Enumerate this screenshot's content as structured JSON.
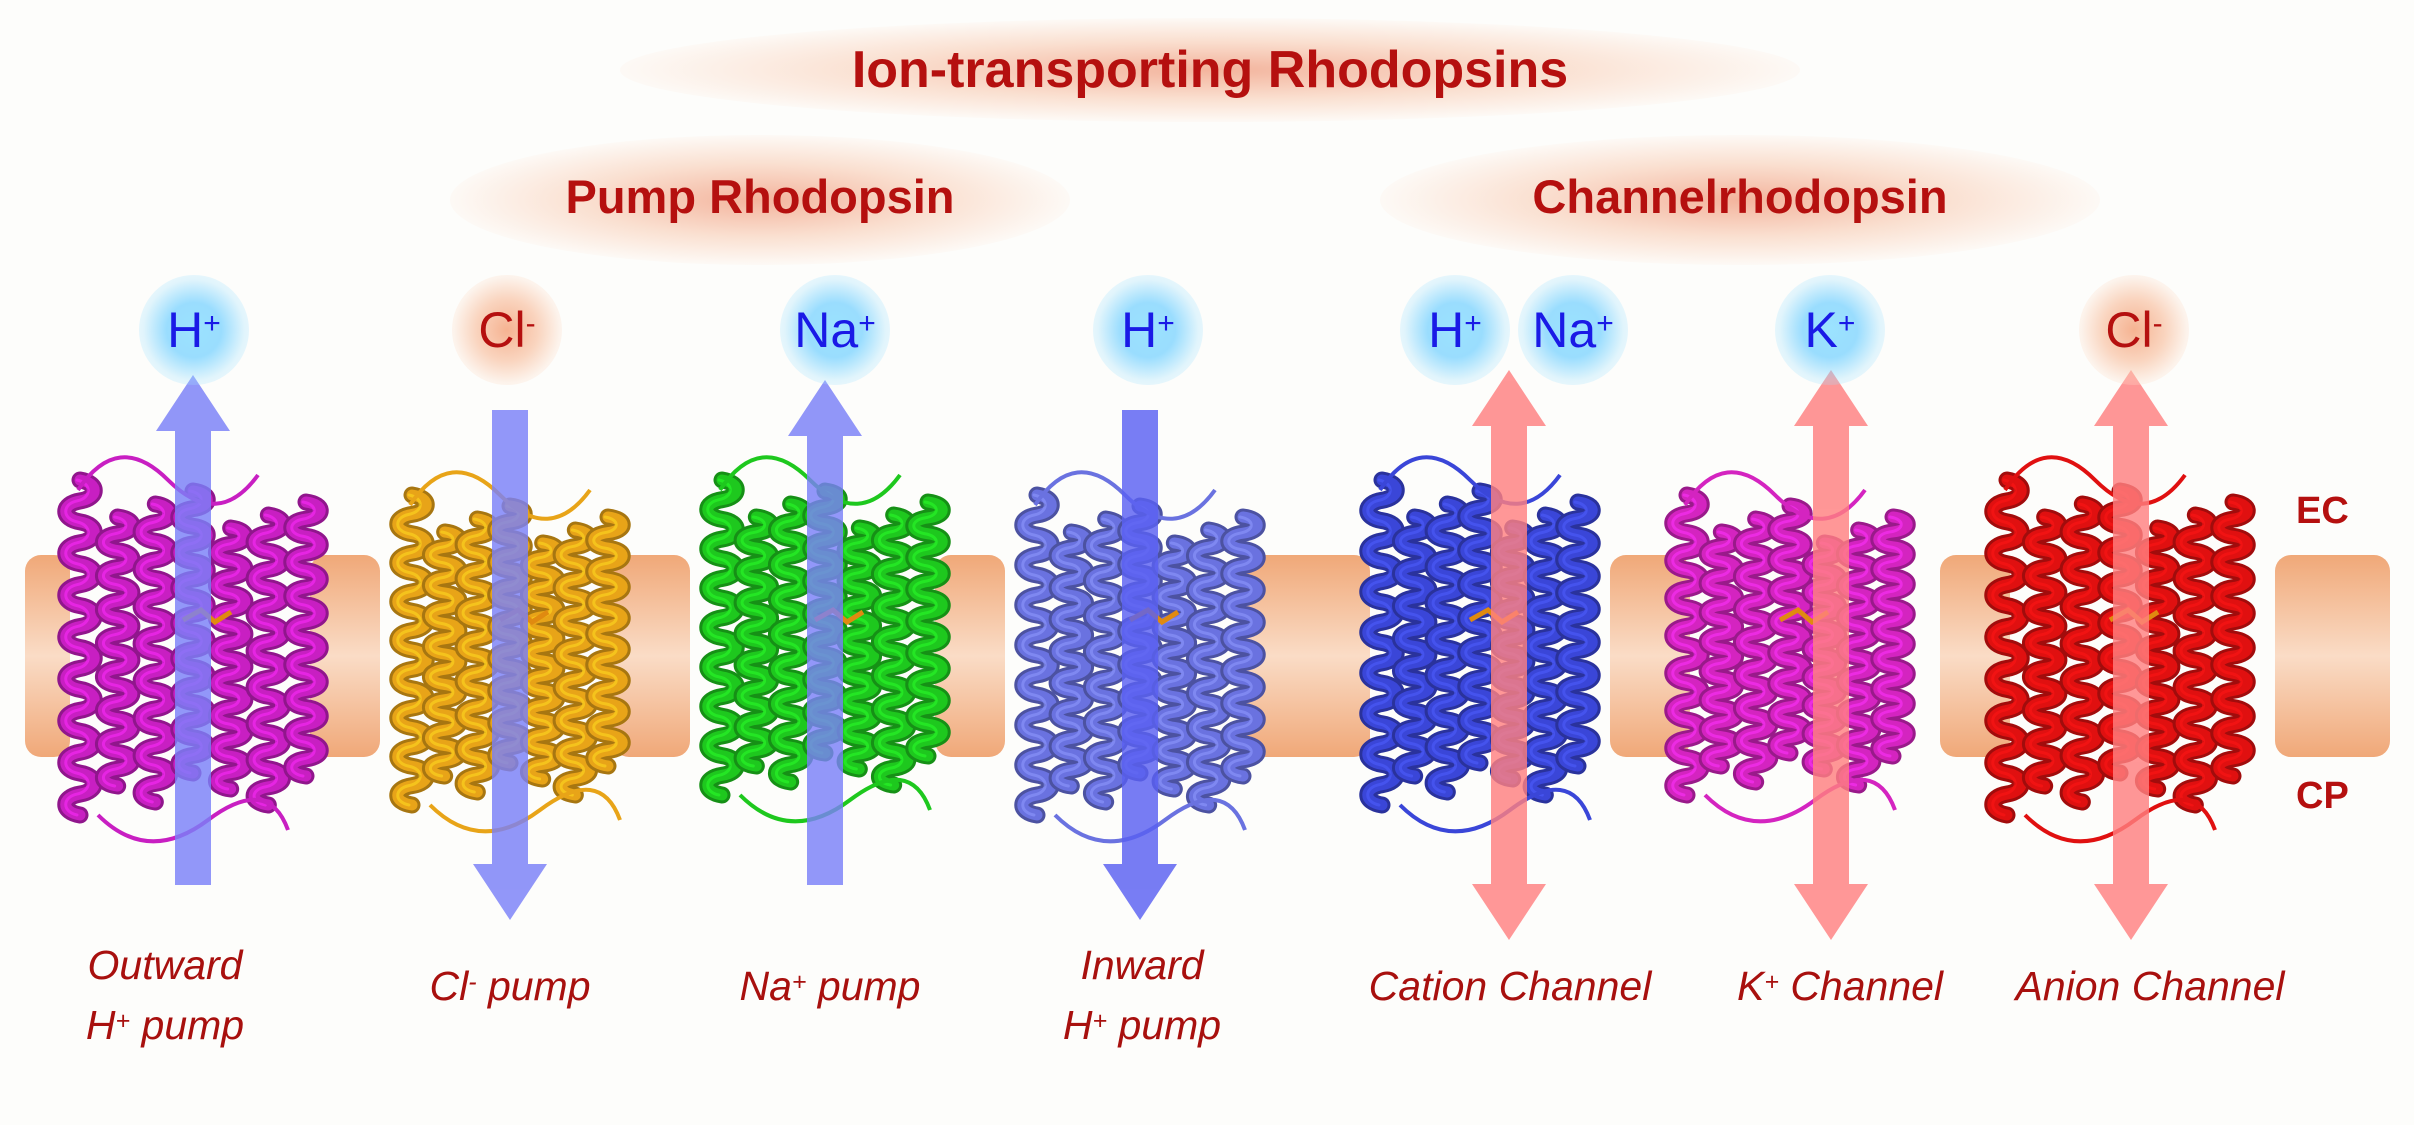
{
  "title": "Ion-transporting Rhodopsins",
  "groups": {
    "pump": "Pump Rhodopsin",
    "channel": "Channelrhodopsin"
  },
  "membrane_labels": {
    "top": "EC",
    "bottom": "CP"
  },
  "ions": [
    {
      "symbol": "H",
      "charge": "+",
      "kind": "cation"
    },
    {
      "symbol": "Cl",
      "charge": "-",
      "kind": "anion"
    },
    {
      "symbol": "Na",
      "charge": "+",
      "kind": "cation"
    },
    {
      "symbol": "H",
      "charge": "+",
      "kind": "cation"
    },
    {
      "symbol": "H",
      "charge": "+",
      "kind": "cation"
    },
    {
      "symbol": "Na",
      "charge": "+",
      "kind": "cation"
    },
    {
      "symbol": "K",
      "charge": "+",
      "kind": "cation"
    },
    {
      "symbol": "Cl",
      "charge": "-",
      "kind": "anion"
    }
  ],
  "proteins": [
    {
      "color": "#c81fc2",
      "arrow": "up",
      "arrow_color": "#7a80f8",
      "caption": [
        "Outward",
        "H",
        "+",
        " pump"
      ]
    },
    {
      "color": "#e8a418",
      "arrow": "down",
      "arrow_color": "#7a80f8",
      "caption": [
        "Cl",
        "-",
        " pump"
      ]
    },
    {
      "color": "#1ec81e",
      "arrow": "up",
      "arrow_color": "#7a80f8",
      "caption": [
        "Na",
        "+",
        " pump"
      ]
    },
    {
      "color": "#6a72e0",
      "arrow": "down",
      "arrow_color": "#5a60f2",
      "caption": [
        "Inward",
        "H",
        "+",
        " pump"
      ]
    },
    {
      "color": "#3a46d8",
      "arrow": "both",
      "arrow_color": "#ff8080",
      "caption": [
        "Cation Channel"
      ]
    },
    {
      "color": "#d424c0",
      "arrow": "both",
      "arrow_color": "#ff8080",
      "caption": [
        "K",
        "+",
        " Channel"
      ]
    },
    {
      "color": "#e01010",
      "arrow": "both",
      "arrow_color": "#ff8080",
      "caption": [
        "Anion Channel"
      ]
    }
  ],
  "colors": {
    "title": "#b5100f",
    "membrane": "#f2b48c",
    "cation_text": "#1a1ae6",
    "anion_text": "#b5100f"
  }
}
